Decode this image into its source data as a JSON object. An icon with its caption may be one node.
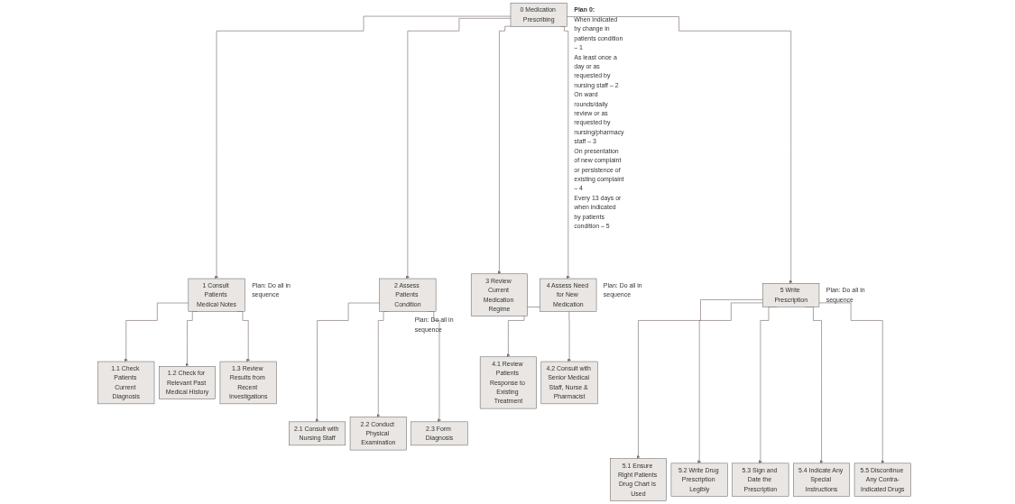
{
  "diagram": {
    "nodes": [
      {
        "text": [
          "0 Medication Prescribing"
        ],
        "beside": [
          "Plan 0:",
          "When indicated by change in patients condition – 1",
          "As least once a day or as requested by nursing staff – 2",
          "On ward rounds/daily review or as requested by nursing/pharmacy staff – 3",
          "On presentation of new complaint or persistence of existing complaint – 4",
          "Every 13 days or when indicated by patients condition – 5"
        ]
      },
      {
        "text": [
          "1 Consult Patients Medical Notes"
        ],
        "beside": [
          "Plan: Do all in sequence"
        ]
      },
      {
        "text": [
          "2 Assess Patients Condition"
        ],
        "beside": [
          "Plan: Do all in sequence"
        ]
      },
      {
        "text": [
          "3 Review Current Medication Regime"
        ]
      },
      {
        "text": [
          "4 Assess Need for New Medication"
        ],
        "beside": [
          "Plan: Do all in sequence"
        ]
      },
      {
        "text": [
          "5 Write Prescription"
        ],
        "beside": [
          "Plan: Do all in sequence"
        ]
      },
      {
        "text": [
          "1.1 Check Patients Current Diagnosis"
        ]
      },
      {
        "text": [
          "1.2 Check for Relevant Past Medical History"
        ]
      },
      {
        "text": [
          "1.3 Review Results from Recent Investigations"
        ]
      },
      {
        "text": [
          "2.1 Consult with Nursing Staff"
        ]
      },
      {
        "text": [
          "2.2 Conduct Physical Examination"
        ]
      },
      {
        "text": [
          "2.3 Form Diagnosis"
        ]
      },
      {
        "text": [
          "4.1 Review Patients Response to Existing Treatment"
        ]
      },
      {
        "text": [
          "4.2 Consult with Senior Medical Staff, Nurse & Pharmacist"
        ]
      },
      {
        "text": [
          "5.1 Ensure Right Patients Drug Chart is Used"
        ]
      },
      {
        "text": [
          "5.2 Write Drug Prescription Legibly"
        ]
      },
      {
        "text": [
          "5.3 Sign and Date the Prescription"
        ]
      },
      {
        "text": [
          "5.4 Indicate Any Special Instructions"
        ]
      },
      {
        "text": [
          "5.5 Discontinue Any Contra-Indicated Drugs"
        ]
      }
    ],
    "edges": [
      {
        "from": 0,
        "to": 1,
        "arrow": "to"
      },
      {
        "from": 0,
        "to": 2,
        "arrow": "to"
      },
      {
        "from": 0,
        "to": 3,
        "arrow": "to"
      },
      {
        "from": 0,
        "to": 4,
        "arrow": "to"
      },
      {
        "from": 0,
        "to": 5,
        "arrow": "to"
      },
      {
        "from": 1,
        "to": 6,
        "arrow": "to"
      },
      {
        "from": 1,
        "to": 7,
        "arrow": "to"
      },
      {
        "from": 1,
        "to": 8,
        "arrow": "to"
      },
      {
        "from": 2,
        "to": 9,
        "arrow": "to"
      },
      {
        "from": 2,
        "to": 10,
        "arrow": "to"
      },
      {
        "from": 2,
        "to": 11,
        "arrow": "to"
      },
      {
        "from": 4,
        "to": 12,
        "arrow": "to"
      },
      {
        "from": 4,
        "to": 13,
        "arrow": "to"
      },
      {
        "from": 5,
        "to": 14,
        "arrow": "to"
      },
      {
        "from": 5,
        "to": 15,
        "arrow": "to"
      },
      {
        "from": 5,
        "to": 16,
        "arrow": "to"
      },
      {
        "from": 5,
        "to": 17,
        "arrow": "to"
      },
      {
        "from": 5,
        "to": 18,
        "arrow": "to"
      }
    ]
  }
}
